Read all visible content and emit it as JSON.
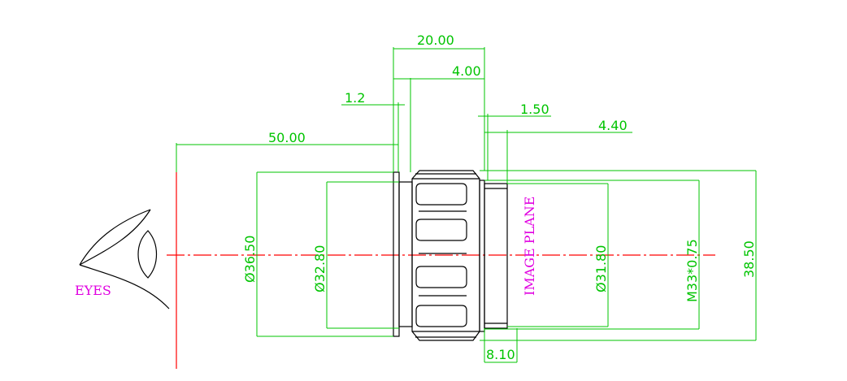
{
  "dimensions": {
    "overall_length": "20.00",
    "front_section": "4.00",
    "flange": "1.2",
    "rear_step": "1.50",
    "rear_section": "4.40",
    "eye_relief": "50.00",
    "outer_diameter": "Ø36.50",
    "inner_diameter": "Ø32.80",
    "plane_diameter": "Ø31.80",
    "thread": "M33*0.75",
    "housing_diameter": "38.50",
    "bottom_length": "8.10"
  },
  "labels": {
    "eyes": "EYES",
    "image_plane": "IMAGE PLANE"
  },
  "colors": {
    "dimension": "#00c400",
    "outline": "#000000",
    "axis": "#ff0000",
    "label": "#e000e0"
  }
}
